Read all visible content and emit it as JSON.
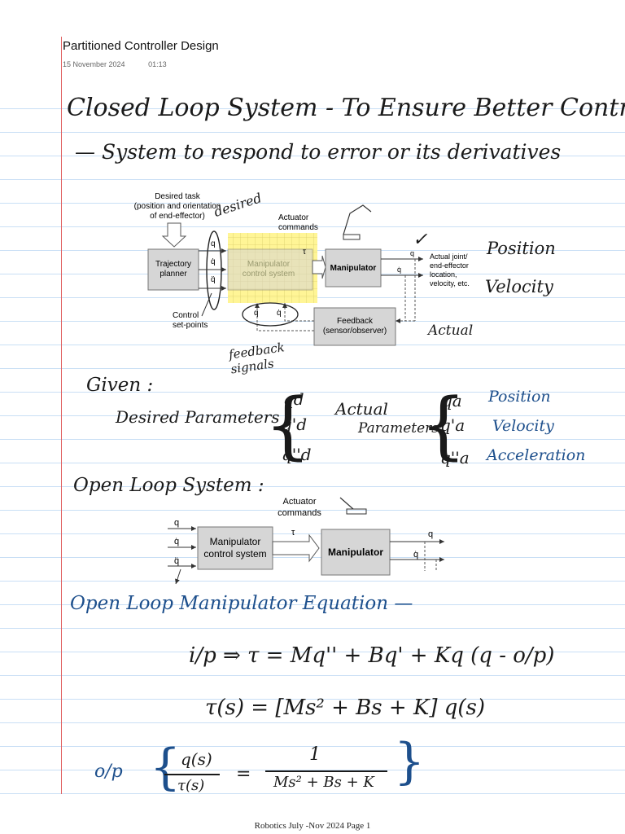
{
  "page": {
    "title": "Partitioned Controller Design",
    "date": "15 November 2024",
    "time": "01:13",
    "footer": "Robotics July -Nov 2024 Page 1"
  },
  "handwriting": {
    "heading": "Closed Loop System - To Ensure Better Control",
    "subheading": "— System to respond to error or its derivatives",
    "annot_desired": "desired",
    "annot_position": "Position",
    "annot_velocity": "Velocity",
    "annot_actual": "Actual",
    "annot_feedback": "feedback signals",
    "given": "Given :",
    "desired_params": "Desired Parameters",
    "actual_params_1": "Actual",
    "actual_params_2": "Parameters",
    "qd": "qd",
    "qd1": "q'd",
    "qd2": "q''d",
    "qa": "qa",
    "qa1": "q'a",
    "qa2": "q''a",
    "pos": "Position",
    "vel": "Velocity",
    "acc": "Acceleration",
    "open_loop": "Open Loop System :",
    "open_loop_eq": "Open Loop Manipulator Equation —",
    "eq1": "i/p ⇒ τ = Mq'' + Bq' + Kq   (q - o/p)",
    "eq2": "τ(s) = [Ms² + Bs + K] q(s)",
    "op": "o/p",
    "frac_num": "q(s)",
    "frac_den": "τ(s)",
    "eq": "=",
    "one": "1",
    "ms": "Ms² + Bs + K"
  },
  "diagram1": {
    "desired_task_1": "Desired task",
    "desired_task_2": "(position and orientation",
    "desired_task_3": "of end-effector)",
    "actuator_1": "Actuator",
    "actuator_2": "commands",
    "trajectory_1": "Trajectory",
    "trajectory_2": "planner",
    "mcs_1": "Manipulator",
    "mcs_2": "control system",
    "manipulator": "Manipulator",
    "actual_1": "Actual joint/",
    "actual_2": "end-effector",
    "actual_3": "location,",
    "actual_4": "velocity, etc.",
    "control_1": "Control",
    "control_2": "set-points",
    "feedback_1": "Feedback",
    "feedback_2": "(sensor/observer)",
    "tau": "τ",
    "q": "q",
    "qdot": "q̇",
    "qddot": "q̈"
  },
  "diagram2": {
    "actuator_1": "Actuator",
    "actuator_2": "commands",
    "mcs_1": "Manipulator",
    "mcs_2": "control system",
    "manipulator": "Manipulator",
    "tau": "τ",
    "q": "q",
    "qdot": "q̇",
    "qddot": "q̈"
  }
}
